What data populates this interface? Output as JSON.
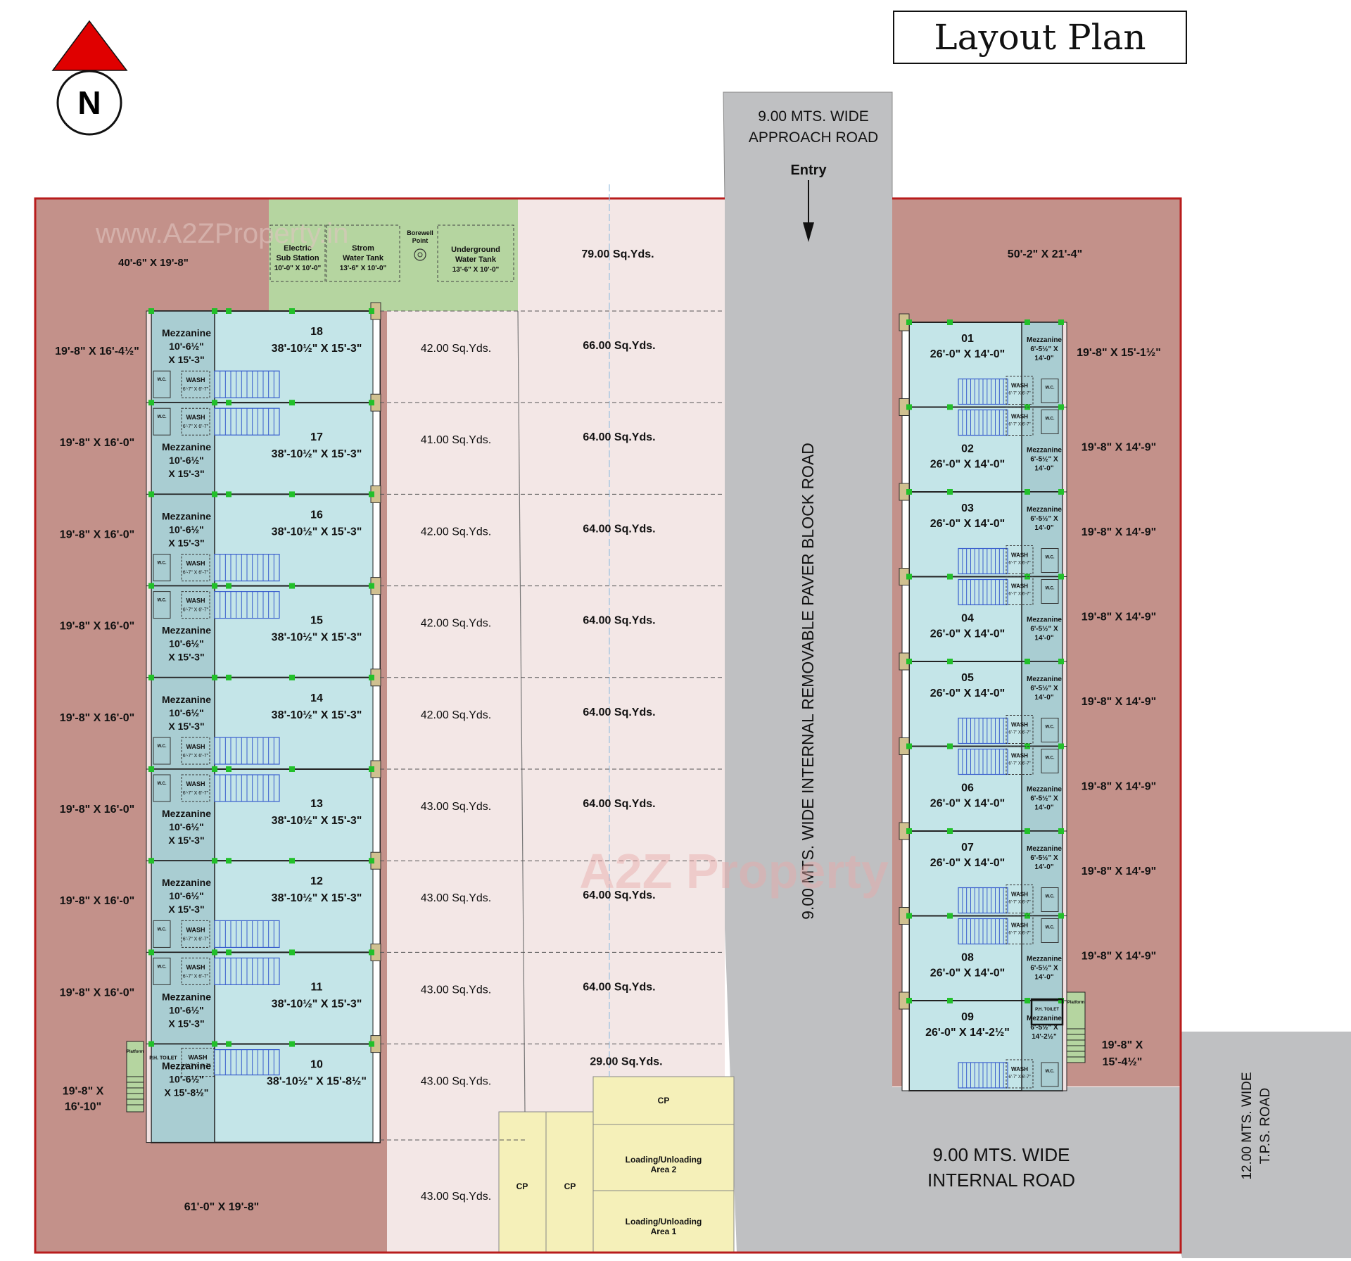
{
  "title": "Layout Plan",
  "north_label": "N",
  "watermark_top": "www.A2ZProperty.in",
  "watermark_center": "A2Z Property",
  "approach_road": {
    "line1": "9.00 MTS. WIDE",
    "line2": "APPROACH ROAD",
    "entry": "Entry"
  },
  "paver_road": "9.00 MTS.  WIDE  INTERNAL REMOVABLE PAVER BLOCK  ROAD",
  "internal_road": {
    "line1": "9.00 MTS. WIDE",
    "line2": "INTERNAL ROAD"
  },
  "tps_road": {
    "line1": "12.00 MTS. WIDE",
    "line2": "T.P.S. ROAD"
  },
  "top_left_margin": "40'-6\" X 19'-8\"",
  "top_right_margin": "50'-2\" X 21'-4\"",
  "bottom_left_margin": "61'-0\" X 19'-8\"",
  "utilities": [
    {
      "id": "electric",
      "lines": [
        "Electric",
        "Sub Station",
        "10'-0\" X 10'-0\""
      ]
    },
    {
      "id": "strom",
      "lines": [
        "Strom",
        "Water Tank",
        "13'-6\" X 10'-0\""
      ]
    },
    {
      "id": "borewell",
      "lines": [
        "Borewell",
        "Point"
      ]
    },
    {
      "id": "underground",
      "lines": [
        "Underground",
        "Water Tank",
        "13'-6\" X 10'-0\""
      ]
    }
  ],
  "top_strip_area": "79.00 Sq.Yds.",
  "left_units": [
    {
      "no": "18",
      "size": "38'-10½\" X 15'-3\"",
      "margin": "19'-8\" X 16'-4½\"",
      "front": "42.00 Sq.Yds.",
      "parking": "66.00 Sq.Yds.",
      "mezz": [
        "Mezzanine",
        "10'-6½\"",
        "X 15'-3\""
      ]
    },
    {
      "no": "17",
      "size": "38'-10½\" X 15'-3\"",
      "margin": "19'-8\" X 16'-0\"",
      "front": "41.00 Sq.Yds.",
      "parking": "64.00 Sq.Yds.",
      "mezz": [
        "Mezzanine",
        "10'-6½\"",
        "X 15'-3\""
      ]
    },
    {
      "no": "16",
      "size": "38'-10½\" X 15'-3\"",
      "margin": "19'-8\" X 16'-0\"",
      "front": "42.00 Sq.Yds.",
      "parking": "64.00 Sq.Yds.",
      "mezz": [
        "Mezzanine",
        "10'-6½\"",
        "X 15'-3\""
      ]
    },
    {
      "no": "15",
      "size": "38'-10½\" X 15'-3\"",
      "margin": "19'-8\" X 16'-0\"",
      "front": "42.00 Sq.Yds.",
      "parking": "64.00 Sq.Yds.",
      "mezz": [
        "Mezzanine",
        "10'-6½\"",
        "X 15'-3\""
      ]
    },
    {
      "no": "14",
      "size": "38'-10½\" X 15'-3\"",
      "margin": "19'-8\" X 16'-0\"",
      "front": "42.00 Sq.Yds.",
      "parking": "64.00 Sq.Yds.",
      "mezz": [
        "Mezzanine",
        "10'-6½\"",
        "X 15'-3\""
      ]
    },
    {
      "no": "13",
      "size": "38'-10½\" X 15'-3\"",
      "margin": "19'-8\" X 16'-0\"",
      "front": "43.00 Sq.Yds.",
      "parking": "64.00 Sq.Yds.",
      "mezz": [
        "Mezzanine",
        "10'-6½\"",
        "X 15'-3\""
      ]
    },
    {
      "no": "12",
      "size": "38'-10½\" X 15'-3\"",
      "margin": "19'-8\" X 16'-0\"",
      "front": "43.00 Sq.Yds.",
      "parking": "64.00 Sq.Yds.",
      "mezz": [
        "Mezzanine",
        "10'-6½\"",
        "X 15'-3\""
      ]
    },
    {
      "no": "11",
      "size": "38'-10½\" X 15'-3\"",
      "margin": "19'-8\" X 16'-0\"",
      "front": "43.00 Sq.Yds.",
      "parking": "64.00 Sq.Yds.",
      "mezz": [
        "Mezzanine",
        "10'-6½\"",
        "X 15'-3\""
      ]
    },
    {
      "no": "10",
      "size": "38'-10½\" X 15'-8½\"",
      "margin": "19'-8\" X",
      "margin2": "16'-10\"",
      "front": "43.00 Sq.Yds.",
      "parking": "29.00 Sq.Yds.",
      "mezz": [
        "Mezzanine",
        "10'-6½\"",
        "X 15'-8½\""
      ]
    }
  ],
  "bottom_front_area": "43.00 Sq.Yds.",
  "right_units": [
    {
      "no": "01",
      "size": "26'-0\" X 14'-0\"",
      "margin": "19'-8\" X 15'-1½\"",
      "mezz": [
        "Mezzanine",
        "6'-5½\" X",
        "14'-0\""
      ]
    },
    {
      "no": "02",
      "size": "26'-0\" X 14'-0\"",
      "margin": "19'-8\" X 14'-9\"",
      "mezz": [
        "Mezzanine",
        "6'-5½\" X",
        "14'-0\""
      ]
    },
    {
      "no": "03",
      "size": "26'-0\" X 14'-0\"",
      "margin": "19'-8\" X 14'-9\"",
      "mezz": [
        "Mezzanine",
        "6'-5½\" X",
        "14'-0\""
      ]
    },
    {
      "no": "04",
      "size": "26'-0\" X 14'-0\"",
      "margin": "19'-8\" X 14'-9\"",
      "mezz": [
        "Mezzanine",
        "6'-5½\" X",
        "14'-0\""
      ]
    },
    {
      "no": "05",
      "size": "26'-0\" X 14'-0\"",
      "margin": "19'-8\" X 14'-9\"",
      "mezz": [
        "Mezzanine",
        "6'-5½\" X",
        "14'-0\""
      ]
    },
    {
      "no": "06",
      "size": "26'-0\" X 14'-0\"",
      "margin": "19'-8\" X 14'-9\"",
      "mezz": [
        "Mezzanine",
        "6'-5½\" X",
        "14'-0\""
      ]
    },
    {
      "no": "07",
      "size": "26'-0\" X 14'-0\"",
      "margin": "19'-8\" X 14'-9\"",
      "mezz": [
        "Mezzanine",
        "6'-5½\" X",
        "14'-0\""
      ]
    },
    {
      "no": "08",
      "size": "26'-0\" X 14'-0\"",
      "margin": "19'-8\" X 14'-9\"",
      "mezz": [
        "Mezzanine",
        "6'-5½\" X",
        "14'-0\""
      ]
    },
    {
      "no": "09",
      "size": "26'-0\" X 14'-2½\"",
      "margin": "19'-8\" X",
      "margin2": "15'-4½\"",
      "mezz": [
        "Mezzanine",
        "6'-5½\" X",
        "14'-2½\""
      ]
    }
  ],
  "wash_label": "WASH",
  "wash_size": "6'-7\" X 6'-7\"",
  "wc_label": "W.C.",
  "ph_toilet": "P.H. TOILET",
  "platform": "Platform",
  "service_boxes": {
    "cp": "CP",
    "loading2": [
      "Loading/Unloading",
      "Area 2"
    ],
    "loading1": [
      "Loading/Unloading",
      "Area 1"
    ]
  },
  "colors": {
    "margin_fill": "#c3918a",
    "unit_fill": "#c4e5e8",
    "road_fill": "#bfc0c2",
    "parking_fill": "#f3e7e6",
    "utility_fill": "#b5d5a0",
    "service_fill": "#f5f0b9",
    "boundary": "#b81c1c",
    "north_arrow": "#e00000"
  }
}
